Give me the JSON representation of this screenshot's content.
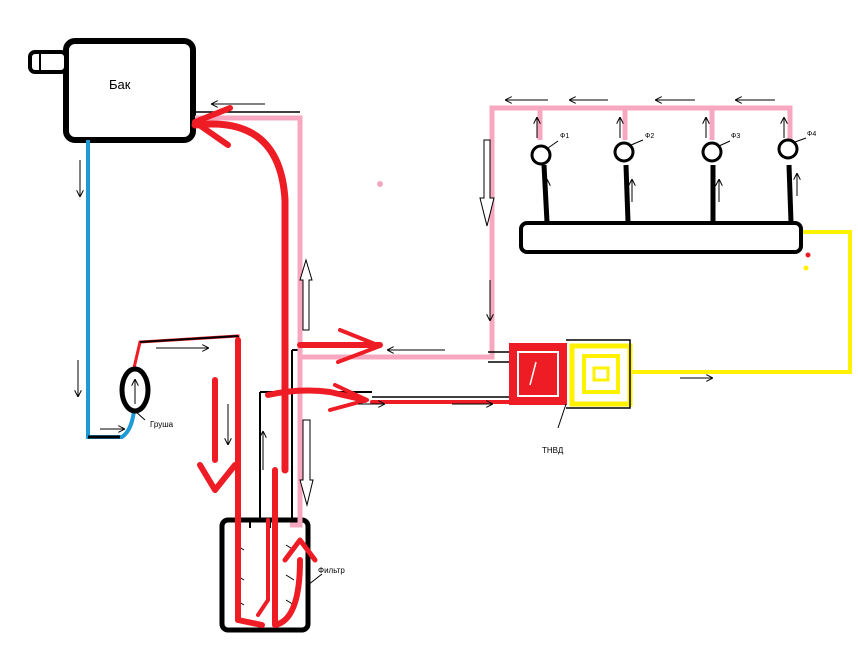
{
  "labels": {
    "tank": "Бак",
    "bulb": "Груша",
    "filter": "Фильтр",
    "pump": "ТНВД",
    "injectors": [
      "Ф1",
      "Ф2",
      "Ф3",
      "Ф4"
    ]
  },
  "colors": {
    "outline": "#000000",
    "supply_from_tank": "#1e9ad6",
    "pressure_line": "#ee1c24",
    "return_line": "#f7a8c0",
    "pump_drive": "#fff200"
  }
}
